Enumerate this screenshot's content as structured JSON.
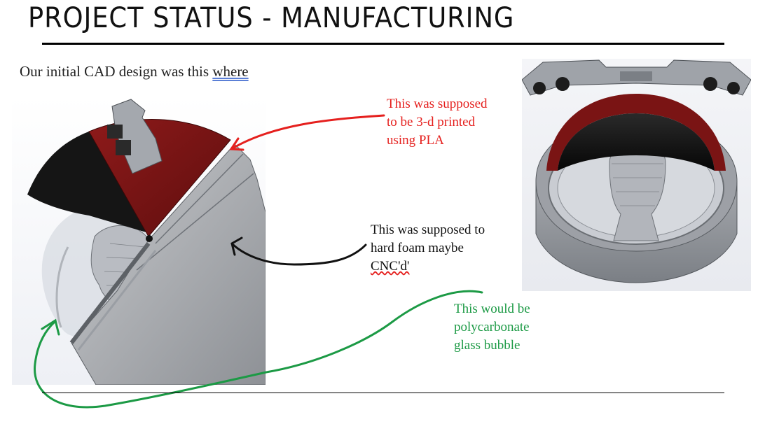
{
  "slide": {
    "title": "PROJECT STATUS - MANUFACTURING",
    "intro_prefix": "Our initial CAD design was this ",
    "intro_flagged_word": "where"
  },
  "annotations": {
    "pla_note": [
      "This was supposed",
      "to be 3-d printed",
      "using PLA"
    ],
    "foam_note_lines": [
      "This was supposed to",
      "hard foam maybe"
    ],
    "foam_note_flagged": "CNC'd'",
    "bubble_note": [
      "This would be",
      "polycarbonate",
      "glass bubble"
    ]
  },
  "colors": {
    "pla_annotation": "#e5201e",
    "foam_annotation": "#111111",
    "bubble_annotation": "#1c9a45",
    "visor_shell": "#7a1414",
    "frame_gray": "#8e9196"
  }
}
